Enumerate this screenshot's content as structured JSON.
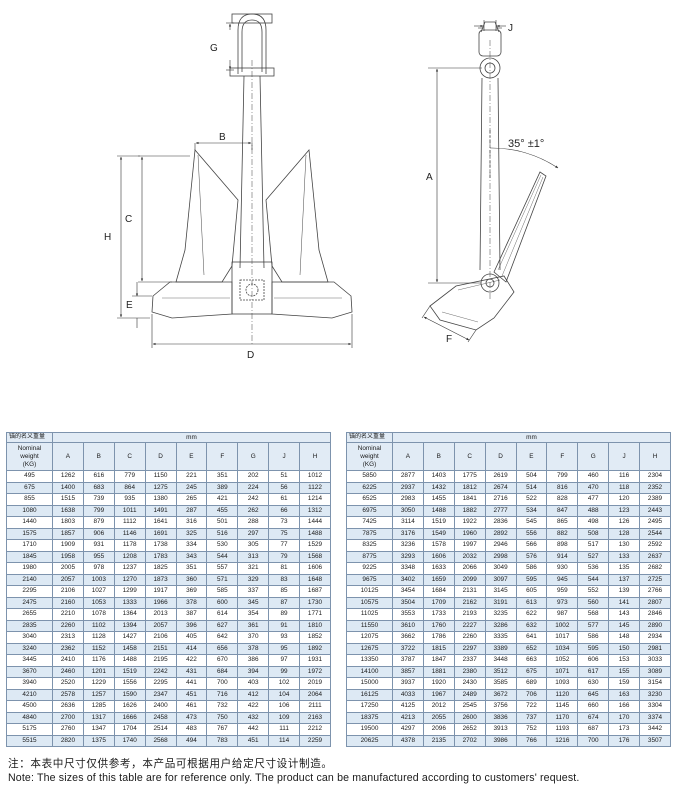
{
  "drawing": {
    "dim_labels": {
      "G": "G",
      "J": "J",
      "B": "B",
      "C": "C",
      "H": "H",
      "E": "E",
      "D": "D",
      "A": "A",
      "F": "F"
    },
    "angle_label": "35° ±1°"
  },
  "table": {
    "header_cn": "锚的名义重量",
    "header_unit": "mm",
    "header_nominal": [
      "Nominal",
      "weight",
      "(KG)"
    ],
    "columns": [
      "A",
      "B",
      "C",
      "D",
      "E",
      "F",
      "G",
      "J",
      "H"
    ],
    "left_rows": [
      [
        "495",
        "1262",
        "616",
        "779",
        "1150",
        "221",
        "351",
        "202",
        "51",
        "1012"
      ],
      [
        "675",
        "1400",
        "683",
        "864",
        "1275",
        "245",
        "389",
        "224",
        "56",
        "1122"
      ],
      [
        "855",
        "1515",
        "739",
        "935",
        "1380",
        "265",
        "421",
        "242",
        "61",
        "1214"
      ],
      [
        "1080",
        "1638",
        "799",
        "1011",
        "1491",
        "287",
        "455",
        "262",
        "66",
        "1312"
      ],
      [
        "1440",
        "1803",
        "879",
        "1112",
        "1641",
        "316",
        "501",
        "288",
        "73",
        "1444"
      ],
      [
        "1575",
        "1857",
        "906",
        "1146",
        "1691",
        "325",
        "516",
        "297",
        "75",
        "1488"
      ],
      [
        "1710",
        "1909",
        "931",
        "1178",
        "1738",
        "334",
        "530",
        "305",
        "77",
        "1529"
      ],
      [
        "1845",
        "1958",
        "955",
        "1208",
        "1783",
        "343",
        "544",
        "313",
        "79",
        "1568"
      ],
      [
        "1980",
        "2005",
        "978",
        "1237",
        "1825",
        "351",
        "557",
        "321",
        "81",
        "1606"
      ],
      [
        "2140",
        "2057",
        "1003",
        "1270",
        "1873",
        "360",
        "571",
        "329",
        "83",
        "1648"
      ],
      [
        "2295",
        "2106",
        "1027",
        "1299",
        "1917",
        "369",
        "585",
        "337",
        "85",
        "1687"
      ],
      [
        "2475",
        "2160",
        "1053",
        "1333",
        "1966",
        "378",
        "600",
        "345",
        "87",
        "1730"
      ],
      [
        "2655",
        "2210",
        "1078",
        "1364",
        "2013",
        "387",
        "614",
        "354",
        "89",
        "1771"
      ],
      [
        "2835",
        "2260",
        "1102",
        "1394",
        "2057",
        "396",
        "627",
        "361",
        "91",
        "1810"
      ],
      [
        "3040",
        "2313",
        "1128",
        "1427",
        "2106",
        "405",
        "642",
        "370",
        "93",
        "1852"
      ],
      [
        "3240",
        "2362",
        "1152",
        "1458",
        "2151",
        "414",
        "656",
        "378",
        "95",
        "1892"
      ],
      [
        "3445",
        "2410",
        "1176",
        "1488",
        "2195",
        "422",
        "670",
        "386",
        "97",
        "1931"
      ],
      [
        "3670",
        "2460",
        "1201",
        "1519",
        "2242",
        "431",
        "684",
        "394",
        "99",
        "1972"
      ],
      [
        "3940",
        "2520",
        "1229",
        "1556",
        "2295",
        "441",
        "700",
        "403",
        "102",
        "2019"
      ],
      [
        "4210",
        "2578",
        "1257",
        "1590",
        "2347",
        "451",
        "716",
        "412",
        "104",
        "2064"
      ],
      [
        "4500",
        "2636",
        "1285",
        "1626",
        "2400",
        "461",
        "732",
        "422",
        "106",
        "2111"
      ],
      [
        "4840",
        "2700",
        "1317",
        "1666",
        "2458",
        "473",
        "750",
        "432",
        "109",
        "2163"
      ],
      [
        "5175",
        "2760",
        "1347",
        "1704",
        "2514",
        "483",
        "767",
        "442",
        "111",
        "2212"
      ],
      [
        "5515",
        "2820",
        "1375",
        "1740",
        "2568",
        "494",
        "783",
        "451",
        "114",
        "2259"
      ]
    ],
    "right_rows": [
      [
        "5850",
        "2877",
        "1403",
        "1775",
        "2619",
        "504",
        "799",
        "460",
        "116",
        "2304"
      ],
      [
        "6225",
        "2937",
        "1432",
        "1812",
        "2674",
        "514",
        "816",
        "470",
        "118",
        "2352"
      ],
      [
        "6525",
        "2983",
        "1455",
        "1841",
        "2716",
        "522",
        "828",
        "477",
        "120",
        "2389"
      ],
      [
        "6975",
        "3050",
        "1488",
        "1882",
        "2777",
        "534",
        "847",
        "488",
        "123",
        "2443"
      ],
      [
        "7425",
        "3114",
        "1519",
        "1922",
        "2836",
        "545",
        "865",
        "498",
        "126",
        "2495"
      ],
      [
        "7875",
        "3176",
        "1549",
        "1960",
        "2892",
        "556",
        "882",
        "508",
        "128",
        "2544"
      ],
      [
        "8325",
        "3236",
        "1578",
        "1997",
        "2946",
        "566",
        "898",
        "517",
        "130",
        "2592"
      ],
      [
        "8775",
        "3293",
        "1606",
        "2032",
        "2998",
        "576",
        "914",
        "527",
        "133",
        "2637"
      ],
      [
        "9225",
        "3348",
        "1633",
        "2066",
        "3049",
        "586",
        "930",
        "536",
        "135",
        "2682"
      ],
      [
        "9675",
        "3402",
        "1659",
        "2099",
        "3097",
        "595",
        "945",
        "544",
        "137",
        "2725"
      ],
      [
        "10125",
        "3454",
        "1684",
        "2131",
        "3145",
        "605",
        "959",
        "552",
        "139",
        "2766"
      ],
      [
        "10575",
        "3504",
        "1709",
        "2162",
        "3191",
        "613",
        "973",
        "560",
        "141",
        "2807"
      ],
      [
        "11025",
        "3553",
        "1733",
        "2193",
        "3235",
        "622",
        "987",
        "568",
        "143",
        "2846"
      ],
      [
        "11550",
        "3610",
        "1760",
        "2227",
        "3286",
        "632",
        "1002",
        "577",
        "145",
        "2890"
      ],
      [
        "12075",
        "3662",
        "1786",
        "2260",
        "3335",
        "641",
        "1017",
        "586",
        "148",
        "2934"
      ],
      [
        "12675",
        "3722",
        "1815",
        "2297",
        "3389",
        "652",
        "1034",
        "595",
        "150",
        "2981"
      ],
      [
        "13350",
        "3787",
        "1847",
        "2337",
        "3448",
        "663",
        "1052",
        "606",
        "153",
        "3033"
      ],
      [
        "14100",
        "3857",
        "1881",
        "2380",
        "3512",
        "675",
        "1071",
        "617",
        "155",
        "3089"
      ],
      [
        "15000",
        "3937",
        "1920",
        "2430",
        "3585",
        "689",
        "1093",
        "630",
        "159",
        "3154"
      ],
      [
        "16125",
        "4033",
        "1967",
        "2489",
        "3672",
        "706",
        "1120",
        "645",
        "163",
        "3230"
      ],
      [
        "17250",
        "4125",
        "2012",
        "2545",
        "3756",
        "722",
        "1145",
        "660",
        "166",
        "3304"
      ],
      [
        "18375",
        "4213",
        "2055",
        "2600",
        "3836",
        "737",
        "1170",
        "674",
        "170",
        "3374"
      ],
      [
        "19500",
        "4297",
        "2096",
        "2652",
        "3913",
        "752",
        "1193",
        "687",
        "173",
        "3442"
      ],
      [
        "20625",
        "4378",
        "2135",
        "2702",
        "3986",
        "766",
        "1216",
        "700",
        "176",
        "3507"
      ]
    ]
  },
  "notes": {
    "cn": "注：本表中尺寸仅供参考，本产品可根据用户给定尺寸设计制造。",
    "en": "Note: The sizes of this table are for reference only. The product can be manufactured according to customers' request."
  }
}
